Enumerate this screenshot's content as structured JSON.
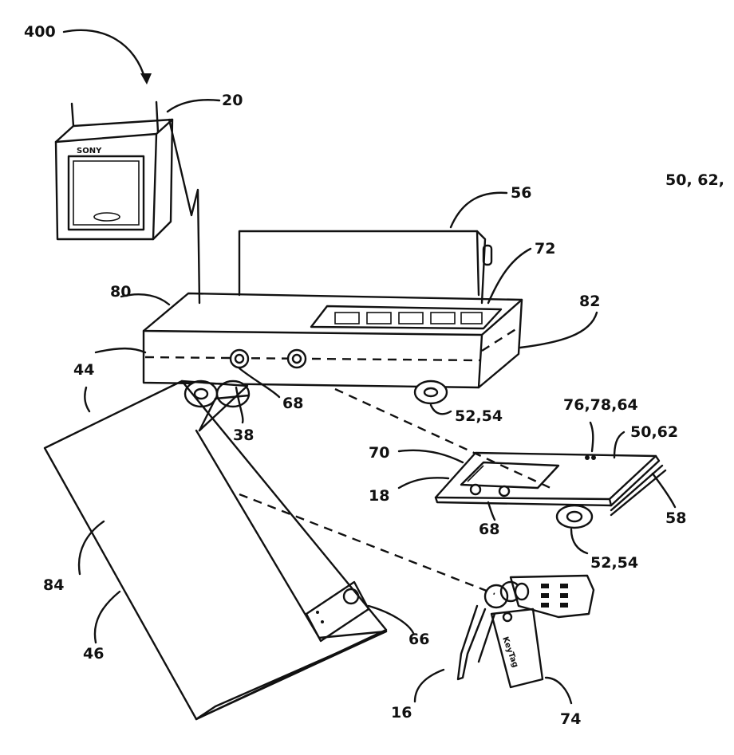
{
  "figure": {
    "labels": {
      "l400": "400",
      "l20": "20",
      "l56": "56",
      "l50_62_top": "50, 62,",
      "l80": "80",
      "l72": "72",
      "l82": "82",
      "l44": "44",
      "l68_top": "68",
      "l52_54_top": "52,54",
      "l38": "38",
      "l76_78_64": "76,78,64",
      "l50_62": "50,62",
      "l70": "70",
      "l18": "18",
      "l68_bottom": "68",
      "l58": "58",
      "l52_54_bottom": "52,54",
      "l84": "84",
      "l46": "46",
      "l66": "66",
      "l16": "16",
      "l74": "74"
    },
    "tv_brand": "SONY",
    "key_tag_text": "KeyTag"
  }
}
